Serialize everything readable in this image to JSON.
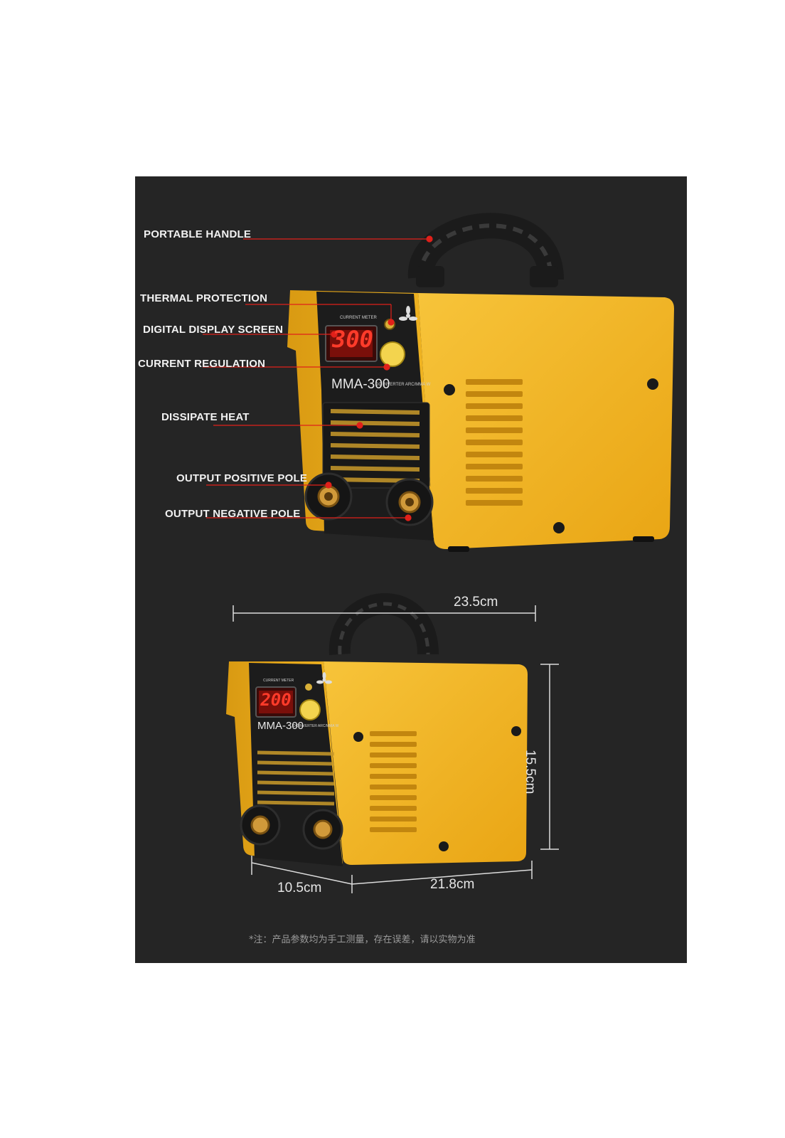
{
  "callouts": [
    {
      "id": "portable-handle",
      "text": "PORTABLE HANDLE"
    },
    {
      "id": "thermal-protection",
      "text": "THERMAL PROTECTION"
    },
    {
      "id": "digital-display-screen",
      "text": "DIGITAL DISPLAY SCREEN"
    },
    {
      "id": "current-regulation",
      "text": "CURRENT REGULATION"
    },
    {
      "id": "dissipate-heat",
      "text": "DISSIPATE HEAT"
    },
    {
      "id": "output-positive-pole",
      "text": "OUTPUT POSITIVE POLE"
    },
    {
      "id": "output-negative-pole",
      "text": "OUTPUT NEGATIVE POLE"
    }
  ],
  "top_machine": {
    "display": "300",
    "model": "MMA-300",
    "meter_label": "CURRENT METER",
    "sub_label": "DC INVERTER ARC/MMA W"
  },
  "bottom_machine": {
    "display": "200",
    "model": "MMA-300",
    "meter_label": "CURRENT METER",
    "sub_label": "DC INVERTER ARC/MMA W"
  },
  "dimensions": {
    "width": "23.5cm",
    "height": "15.5cm",
    "depth": "10.5cm",
    "length": "21.8cm"
  },
  "footnote": "*注：产品参数均为手工测量，存在误差，请以实物为准",
  "colors": {
    "panel_bg": "#252525",
    "casing_yellow": "#f2b21f",
    "callout_red": "#e0201a",
    "display_red": "#e8231c"
  }
}
